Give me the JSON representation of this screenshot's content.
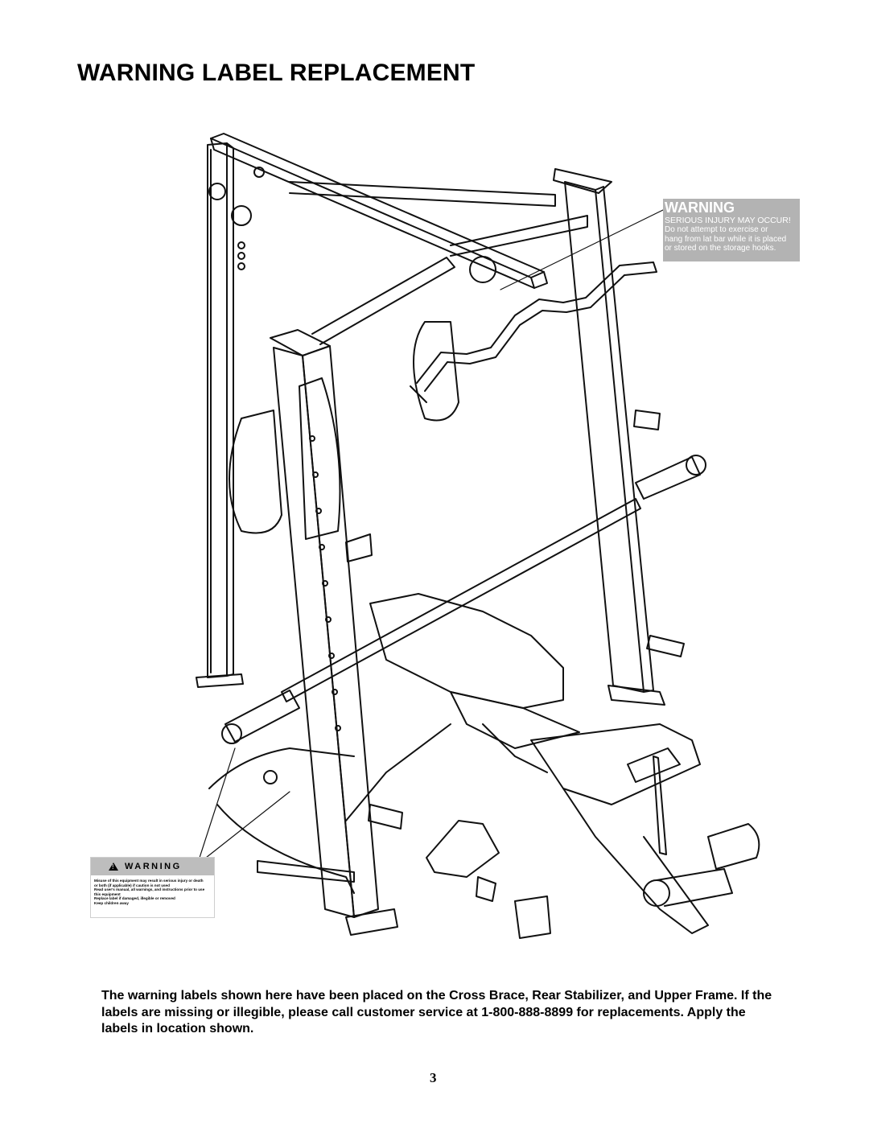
{
  "page": {
    "title": "WARNING LABEL REPLACEMENT",
    "caption": "The warning labels shown here have been placed on the Cross Brace, Rear Stabilizer, and Upper Frame.  If the labels are missing or illegible, please call customer service at 1-800-888-8899 for replacements.  Apply the labels in location shown.",
    "page_number": "3"
  },
  "labels": {
    "upper": {
      "heading": "WARNING",
      "subheading": "SERIOUS INJURY MAY OCCUR!",
      "lines": [
        "Do not attempt to exercise or",
        "hang from lat bar while it is placed",
        "or stored on the storage hooks."
      ],
      "color": "#b3b3b3"
    },
    "lower": {
      "heading": "WARNING",
      "icon": "warning-triangle-icon",
      "lines": [
        "Misuse of this equipment may result in serious injury or death",
        "or both (if applicable) if caution is not used",
        "Read user's manual, all warnings, and instructions prior to use",
        "this equipment",
        "Replace label if damaged, illegible or removed",
        "Keep children away"
      ],
      "color": "#bdbdbd"
    }
  },
  "illustration": {
    "subject": "smith-machine-with-bench"
  }
}
